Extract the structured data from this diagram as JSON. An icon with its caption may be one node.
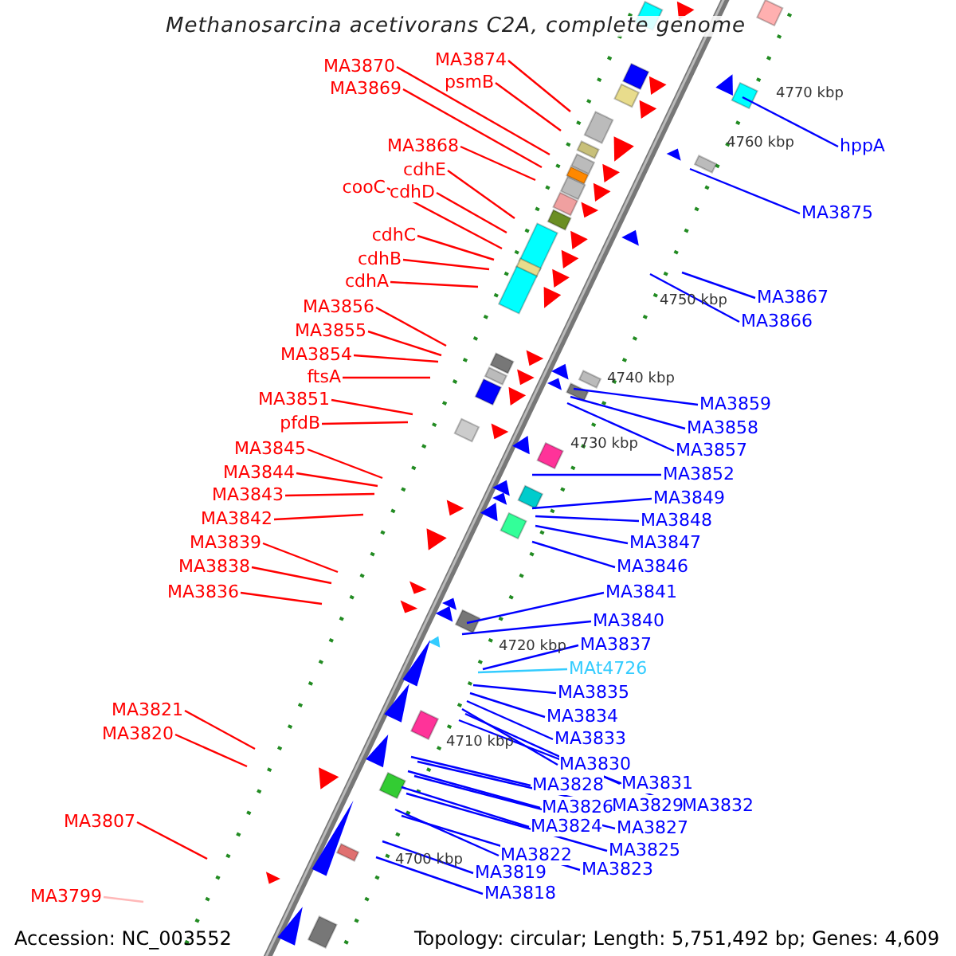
{
  "diagram": {
    "title": "Methanosarcina acetivorans C2A, complete genome",
    "nodes": [
      {
        "text": [
          "MA3874"
        ]
      },
      {
        "text": [
          "psmB"
        ]
      },
      {
        "text": [
          "MA3870"
        ]
      },
      {
        "text": [
          "MA3869"
        ]
      },
      {
        "text": [
          "MA3868"
        ]
      },
      {
        "text": [
          "cdhE"
        ]
      },
      {
        "text": [
          "cooC"
        ]
      },
      {
        "text": [
          "cdhD"
        ]
      },
      {
        "text": [
          "cdhC"
        ]
      },
      {
        "text": [
          "cdhB"
        ]
      },
      {
        "text": [
          "cdhA"
        ]
      },
      {
        "text": [
          "MA3856"
        ]
      },
      {
        "text": [
          "MA3855"
        ]
      },
      {
        "text": [
          "MA3854"
        ]
      },
      {
        "text": [
          "ftsA"
        ]
      },
      {
        "text": [
          "MA3851"
        ]
      },
      {
        "text": [
          "pfdB"
        ]
      },
      {
        "text": [
          "MA3845"
        ]
      },
      {
        "text": [
          "MA3844"
        ]
      },
      {
        "text": [
          "MA3843"
        ]
      },
      {
        "text": [
          "MA3842"
        ]
      },
      {
        "text": [
          "MA3839"
        ]
      },
      {
        "text": [
          "MA3838"
        ]
      },
      {
        "text": [
          "MA3836"
        ]
      },
      {
        "text": [
          "MA3821"
        ]
      },
      {
        "text": [
          "MA3820"
        ]
      },
      {
        "text": [
          "MA3807"
        ]
      },
      {
        "text": [
          "MA3799"
        ]
      },
      {
        "text": [
          "hppA"
        ]
      },
      {
        "text": [
          "MA3875"
        ]
      },
      {
        "text": [
          "MA3867"
        ]
      },
      {
        "text": [
          "MA3866"
        ]
      },
      {
        "text": [
          "MA3859"
        ]
      },
      {
        "text": [
          "MA3858"
        ]
      },
      {
        "text": [
          "MA3857"
        ]
      },
      {
        "text": [
          "MA3852"
        ]
      },
      {
        "text": [
          "MA3849"
        ]
      },
      {
        "text": [
          "MA3848"
        ]
      },
      {
        "text": [
          "MA3847"
        ]
      },
      {
        "text": [
          "MA3846"
        ]
      },
      {
        "text": [
          "MA3841"
        ]
      },
      {
        "text": [
          "MA3840"
        ]
      },
      {
        "text": [
          "MA3837"
        ]
      },
      {
        "text": [
          "MAt4726"
        ]
      },
      {
        "text": [
          "MA3835"
        ]
      },
      {
        "text": [
          "MA3834"
        ]
      },
      {
        "text": [
          "MA3833"
        ]
      },
      {
        "text": [
          "MA3830"
        ]
      },
      {
        "text": [
          "MA3831"
        ]
      },
      {
        "text": [
          "MA3832"
        ]
      },
      {
        "text": [
          "MA3828"
        ]
      },
      {
        "text": [
          "MA3829"
        ]
      },
      {
        "text": [
          "MA3826"
        ]
      },
      {
        "text": [
          "MA3827"
        ]
      },
      {
        "text": [
          "MA3824"
        ]
      },
      {
        "text": [
          "MA3825"
        ]
      },
      {
        "text": [
          "MA3822"
        ]
      },
      {
        "text": [
          "MA3823"
        ]
      },
      {
        "text": [
          "MA3819"
        ]
      },
      {
        "text": [
          "MA3818"
        ]
      }
    ],
    "edges": [
      {
        "from": 0,
        "to": null,
        "arrow": "none",
        "color": "#ff0000"
      },
      {
        "from": 1,
        "to": null,
        "arrow": "none",
        "color": "#ff0000"
      },
      {
        "from": 2,
        "to": null,
        "arrow": "none",
        "color": "#ff0000"
      },
      {
        "from": 3,
        "to": null,
        "arrow": "none",
        "color": "#ff0000"
      },
      {
        "from": 4,
        "to": null,
        "arrow": "none",
        "color": "#ff0000"
      },
      {
        "from": 5,
        "to": null,
        "arrow": "none",
        "color": "#ff0000"
      },
      {
        "from": 6,
        "to": null,
        "arrow": "none",
        "color": "#ff0000"
      },
      {
        "from": 7,
        "to": null,
        "arrow": "none",
        "color": "#ff0000"
      },
      {
        "from": 8,
        "to": null,
        "arrow": "none",
        "color": "#ff0000"
      },
      {
        "from": 9,
        "to": null,
        "arrow": "none",
        "color": "#ff0000"
      },
      {
        "from": 10,
        "to": null,
        "arrow": "none",
        "color": "#ff0000"
      },
      {
        "from": 11,
        "to": null,
        "arrow": "none",
        "color": "#ff0000"
      },
      {
        "from": 12,
        "to": null,
        "arrow": "none",
        "color": "#ff0000"
      },
      {
        "from": 13,
        "to": null,
        "arrow": "none",
        "color": "#ff0000"
      },
      {
        "from": 14,
        "to": null,
        "arrow": "none",
        "color": "#ff0000"
      },
      {
        "from": 15,
        "to": null,
        "arrow": "none",
        "color": "#ff0000"
      },
      {
        "from": 16,
        "to": null,
        "arrow": "none",
        "color": "#ff0000"
      },
      {
        "from": 17,
        "to": null,
        "arrow": "none",
        "color": "#ff0000"
      },
      {
        "from": 18,
        "to": null,
        "arrow": "none",
        "color": "#ff0000"
      },
      {
        "from": 19,
        "to": null,
        "arrow": "none",
        "color": "#ff0000"
      },
      {
        "from": 20,
        "to": null,
        "arrow": "none",
        "color": "#ff0000"
      },
      {
        "from": 21,
        "to": null,
        "arrow": "none",
        "color": "#ff0000"
      },
      {
        "from": 22,
        "to": null,
        "arrow": "none",
        "color": "#ff0000"
      },
      {
        "from": 23,
        "to": null,
        "arrow": "none",
        "color": "#ff0000"
      },
      {
        "from": 24,
        "to": null,
        "arrow": "none",
        "color": "#ff0000"
      },
      {
        "from": 25,
        "to": null,
        "arrow": "none",
        "color": "#ff0000"
      },
      {
        "from": 26,
        "to": null,
        "arrow": "none",
        "color": "#ff0000"
      },
      {
        "from": 27,
        "to": null,
        "arrow": "none",
        "color": "#ffb8b8"
      },
      {
        "from": 28,
        "to": null,
        "arrow": "none"
      },
      {
        "from": 29,
        "to": null,
        "arrow": "none"
      },
      {
        "from": 30,
        "to": null,
        "arrow": "none"
      },
      {
        "from": 31,
        "to": null,
        "arrow": "none"
      },
      {
        "from": 32,
        "to": null,
        "arrow": "none"
      },
      {
        "from": 33,
        "to": null,
        "arrow": "none"
      },
      {
        "from": 34,
        "to": null,
        "arrow": "none"
      },
      {
        "from": 35,
        "to": null,
        "arrow": "none"
      },
      {
        "from": 36,
        "to": null,
        "arrow": "none"
      },
      {
        "from": 37,
        "to": null,
        "arrow": "none"
      },
      {
        "from": 38,
        "to": null,
        "arrow": "none"
      },
      {
        "from": 39,
        "to": null,
        "arrow": "none"
      },
      {
        "from": 40,
        "to": null,
        "arrow": "none"
      },
      {
        "from": 41,
        "to": null,
        "arrow": "none"
      },
      {
        "from": 42,
        "to": null,
        "arrow": "none"
      },
      {
        "from": 43,
        "to": null,
        "arrow": "none",
        "color": "#33ccff"
      },
      {
        "from": 44,
        "to": null,
        "arrow": "none"
      },
      {
        "from": 45,
        "to": null,
        "arrow": "none"
      },
      {
        "from": 46,
        "to": null,
        "arrow": "none"
      },
      {
        "from": 47,
        "to": null,
        "arrow": "none"
      },
      {
        "from": 48,
        "to": null,
        "arrow": "none"
      },
      {
        "from": 49,
        "to": null,
        "arrow": "none"
      },
      {
        "from": 50,
        "to": null,
        "arrow": "none"
      },
      {
        "from": 51,
        "to": null,
        "arrow": "none"
      },
      {
        "from": 52,
        "to": null,
        "arrow": "none"
      },
      {
        "from": 53,
        "to": null,
        "arrow": "none"
      },
      {
        "from": 54,
        "to": null,
        "arrow": "none"
      },
      {
        "from": 55,
        "to": null,
        "arrow": "none"
      },
      {
        "from": 56,
        "to": null,
        "arrow": "none"
      },
      {
        "from": 57,
        "to": null,
        "arrow": "none"
      },
      {
        "from": 58,
        "to": null,
        "arrow": "none"
      },
      {
        "from": 59,
        "to": null,
        "arrow": "none"
      }
    ],
    "labels": [
      "4770 kbp",
      "4760 kbp",
      "4750 kbp",
      "4740 kbp",
      "4730 kbp",
      "4720 kbp",
      "4710 kbp",
      "4700 kbp",
      "Accession: NC_003552",
      "Topology: circular; Length: 5,751,492 bp; Genes: 4,609"
    ]
  }
}
